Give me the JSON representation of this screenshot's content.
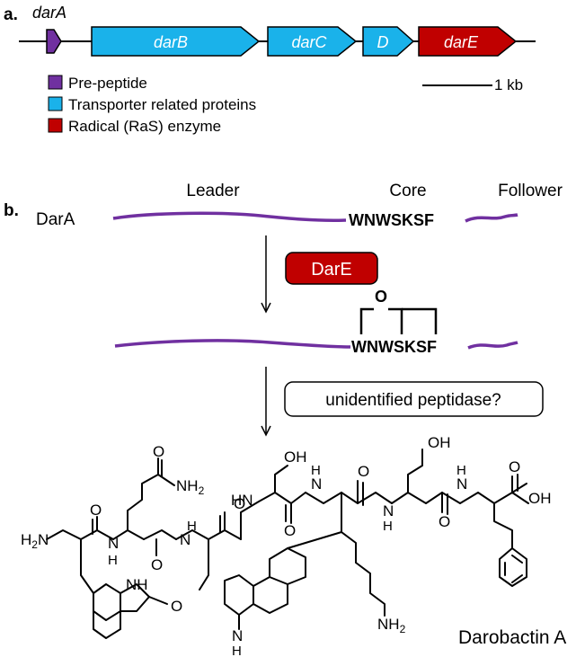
{
  "panel_a": {
    "label": "a.",
    "top_gene_label": "darA",
    "genes": [
      {
        "name": "darB",
        "category": "transporter"
      },
      {
        "name": "darC",
        "category": "transporter"
      },
      {
        "name": "D",
        "category": "transporter"
      },
      {
        "name": "darE",
        "category": "radical"
      }
    ],
    "legend": {
      "prepeptide": "Pre-peptide",
      "transporter": "Transporter related proteins",
      "radical": "Radical (RaS) enzyme"
    },
    "scale_label": "1 kb",
    "colors": {
      "prepeptide": "#7030a0",
      "transporter": "#1ab2ea",
      "radical": "#c00000",
      "peptide_line": "#7030a0"
    }
  },
  "panel_b": {
    "label": "b.",
    "region_leader": "Leader",
    "region_core": "Core",
    "region_follower": "Follower",
    "peptide_name": "DarA",
    "core_sequence": "WNWSKSF",
    "enzyme_label": "DarE",
    "crosslink_atom": "O",
    "product_sequence": "WNWSKSF",
    "peptidase_label": "unidentified peptidase?",
    "structure": {
      "groups": {
        "oh1": "OH",
        "oh2": "OH",
        "nh2_amide": "NH",
        "nh2_amide_sub": "2",
        "h2n": "H",
        "h2n_sub": "2",
        "h2n_n": "N",
        "nh_a": "N",
        "nh_a_h": "H",
        "nh_b": "N",
        "nh_b_h": "H",
        "hn_c": "HN",
        "nh_d": "N",
        "nh_d_h": "H",
        "nh_e": "N",
        "nh_e_h": "H",
        "nh_f": "N",
        "nh_f_h": "H",
        "nh_indole1": "NH",
        "indole2_n": "N",
        "indole2_h": "H",
        "lys_nh": "NH",
        "lys_nh_sub": "2",
        "cooh": "OH",
        "o_ether": "O",
        "o1": "O",
        "o2": "O",
        "o3": "O",
        "o4": "O",
        "o5": "O",
        "o6": "O",
        "o7": "O",
        "o8": "O"
      },
      "name": "Darobactin A"
    }
  }
}
